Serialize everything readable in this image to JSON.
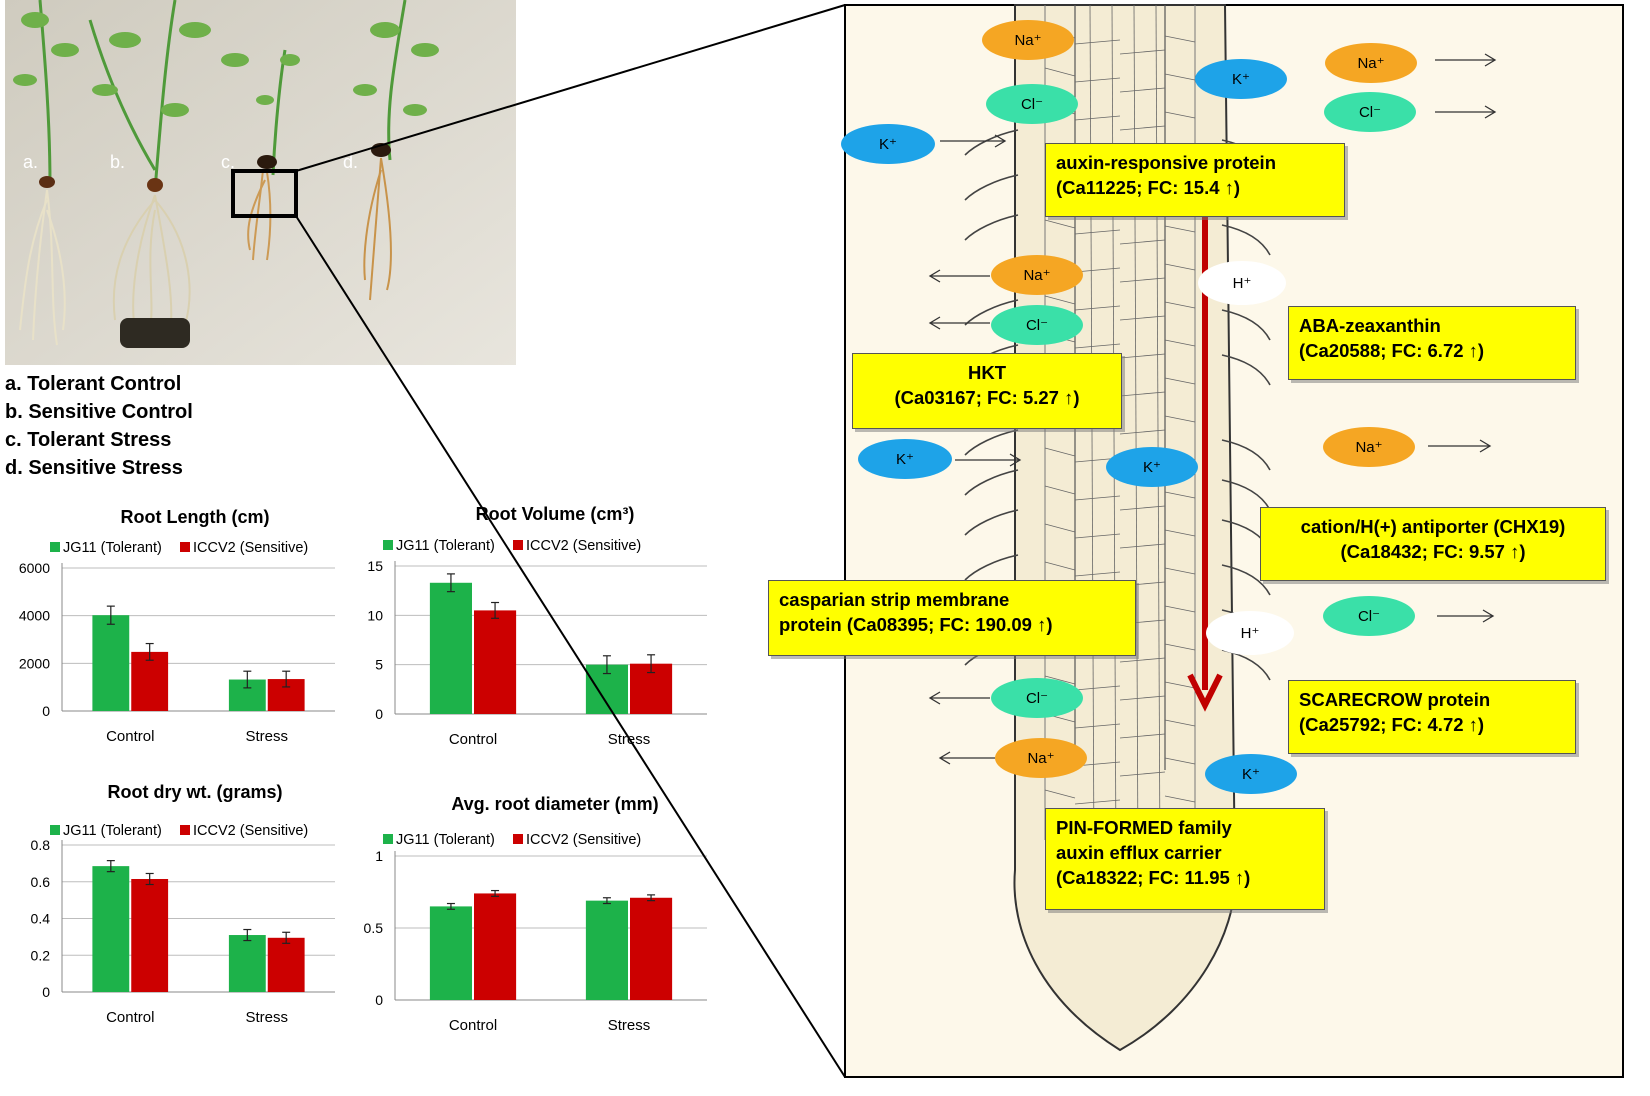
{
  "photo": {
    "plant_labels": [
      "a.",
      "b.",
      "c.",
      "d."
    ]
  },
  "legend": [
    "a. Tolerant Control",
    "b. Sensitive Control",
    "c. Tolerant Stress",
    "d. Sensitive Stress"
  ],
  "colors": {
    "tolerant": "#1db24a",
    "sensitive": "#cc0000",
    "gene_box": "#ffff00",
    "na": "#f5a623",
    "cl": "#3ae0a8",
    "k": "#1ea3e8",
    "arrow": "#c00000"
  },
  "chart_data": [
    {
      "type": "bar",
      "title": "Root Length (cm)",
      "categories": [
        "Control",
        "Stress"
      ],
      "series": [
        {
          "name": "JG11 (Tolerant)",
          "values": [
            4020,
            1320
          ],
          "errors": [
            380,
            350
          ]
        },
        {
          "name": "ICCV2 (Sensitive)",
          "values": [
            2480,
            1340
          ],
          "errors": [
            350,
            330
          ]
        }
      ],
      "ylim": [
        0,
        6000
      ],
      "yticks": [
        "0",
        "2000",
        "4000",
        "6000"
      ],
      "grid": true,
      "legend": "top"
    },
    {
      "type": "bar",
      "title": "Root Volume (cm³)",
      "categories": [
        "Control",
        "Stress"
      ],
      "series": [
        {
          "name": "JG11 (Tolerant)",
          "values": [
            13.3,
            5.0
          ],
          "errors": [
            0.9,
            0.9
          ]
        },
        {
          "name": "ICCV2 (Sensitive)",
          "values": [
            10.5,
            5.1
          ],
          "errors": [
            0.8,
            0.9
          ]
        }
      ],
      "ylim": [
        0,
        15
      ],
      "yticks": [
        "0",
        "5",
        "10",
        "15"
      ],
      "grid": true,
      "legend": "top"
    },
    {
      "type": "bar",
      "title": "Root dry wt. (grams)",
      "categories": [
        "Control",
        "Stress"
      ],
      "series": [
        {
          "name": "JG11 (Tolerant)",
          "values": [
            0.685,
            0.31
          ],
          "errors": [
            0.03,
            0.03
          ]
        },
        {
          "name": "ICCV2 (Sensitive)",
          "values": [
            0.615,
            0.295
          ],
          "errors": [
            0.03,
            0.03
          ]
        }
      ],
      "ylim": [
        0,
        0.8
      ],
      "yticks": [
        "0",
        "0.2",
        "0.4",
        "0.6",
        "0.8"
      ],
      "grid": true,
      "legend": "top"
    },
    {
      "type": "bar",
      "title": "Avg. root diameter (mm)",
      "categories": [
        "Control",
        "Stress"
      ],
      "series": [
        {
          "name": "JG11 (Tolerant)",
          "values": [
            0.65,
            0.69
          ],
          "errors": [
            0.02,
            0.02
          ]
        },
        {
          "name": "ICCV2 (Sensitive)",
          "values": [
            0.74,
            0.71
          ],
          "errors": [
            0.02,
            0.02
          ]
        }
      ],
      "ylim": [
        0,
        1
      ],
      "yticks": [
        "0",
        "0.5",
        "1"
      ],
      "grid": true,
      "legend": "top"
    }
  ],
  "genes": [
    {
      "line1": "auxin-responsive protein",
      "line2": "(Ca11225; FC: 15.4 ↑)"
    },
    {
      "line1": "ABA-zeaxanthin",
      "line2": "(Ca20588; FC: 6.72 ↑)"
    },
    {
      "line1": "HKT",
      "line2": "(Ca03167; FC: 5.27 ↑)"
    },
    {
      "line1": "cation/H(+) antiporter (CHX19)",
      "line2": "(Ca18432; FC: 9.57 ↑)"
    },
    {
      "line1": "casparian strip membrane",
      "line2": "protein (Ca08395; FC: 190.09 ↑)"
    },
    {
      "line1": "SCARECROW protein",
      "line2": "(Ca25792; FC: 4.72 ↑)"
    },
    {
      "line1": "PIN-FORMED  family",
      "line2": "auxin efflux carrier",
      "line3": "(Ca18322; FC: 11.95 ↑)"
    }
  ],
  "ions": {
    "na": "Na⁺",
    "cl": "Cl⁻",
    "k": "K⁺",
    "h": "H⁺"
  }
}
